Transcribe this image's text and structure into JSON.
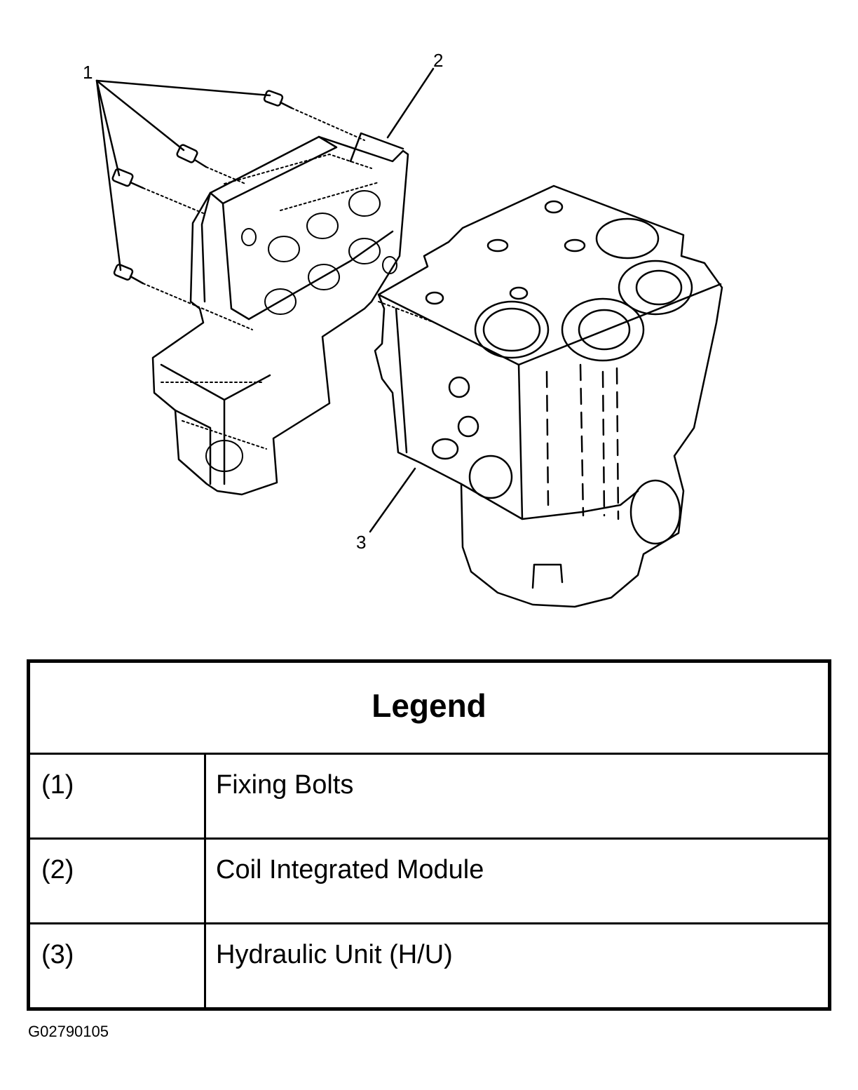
{
  "callouts": {
    "c1": "1",
    "c2": "2",
    "c3": "3"
  },
  "legend": {
    "title": "Legend",
    "rows": [
      {
        "num": "(1)",
        "desc": "Fixing Bolts"
      },
      {
        "num": "(2)",
        "desc": "Coil Integrated Module"
      },
      {
        "num": "(3)",
        "desc": "Hydraulic Unit (H/U)"
      }
    ]
  },
  "figure_code": "G02790105"
}
